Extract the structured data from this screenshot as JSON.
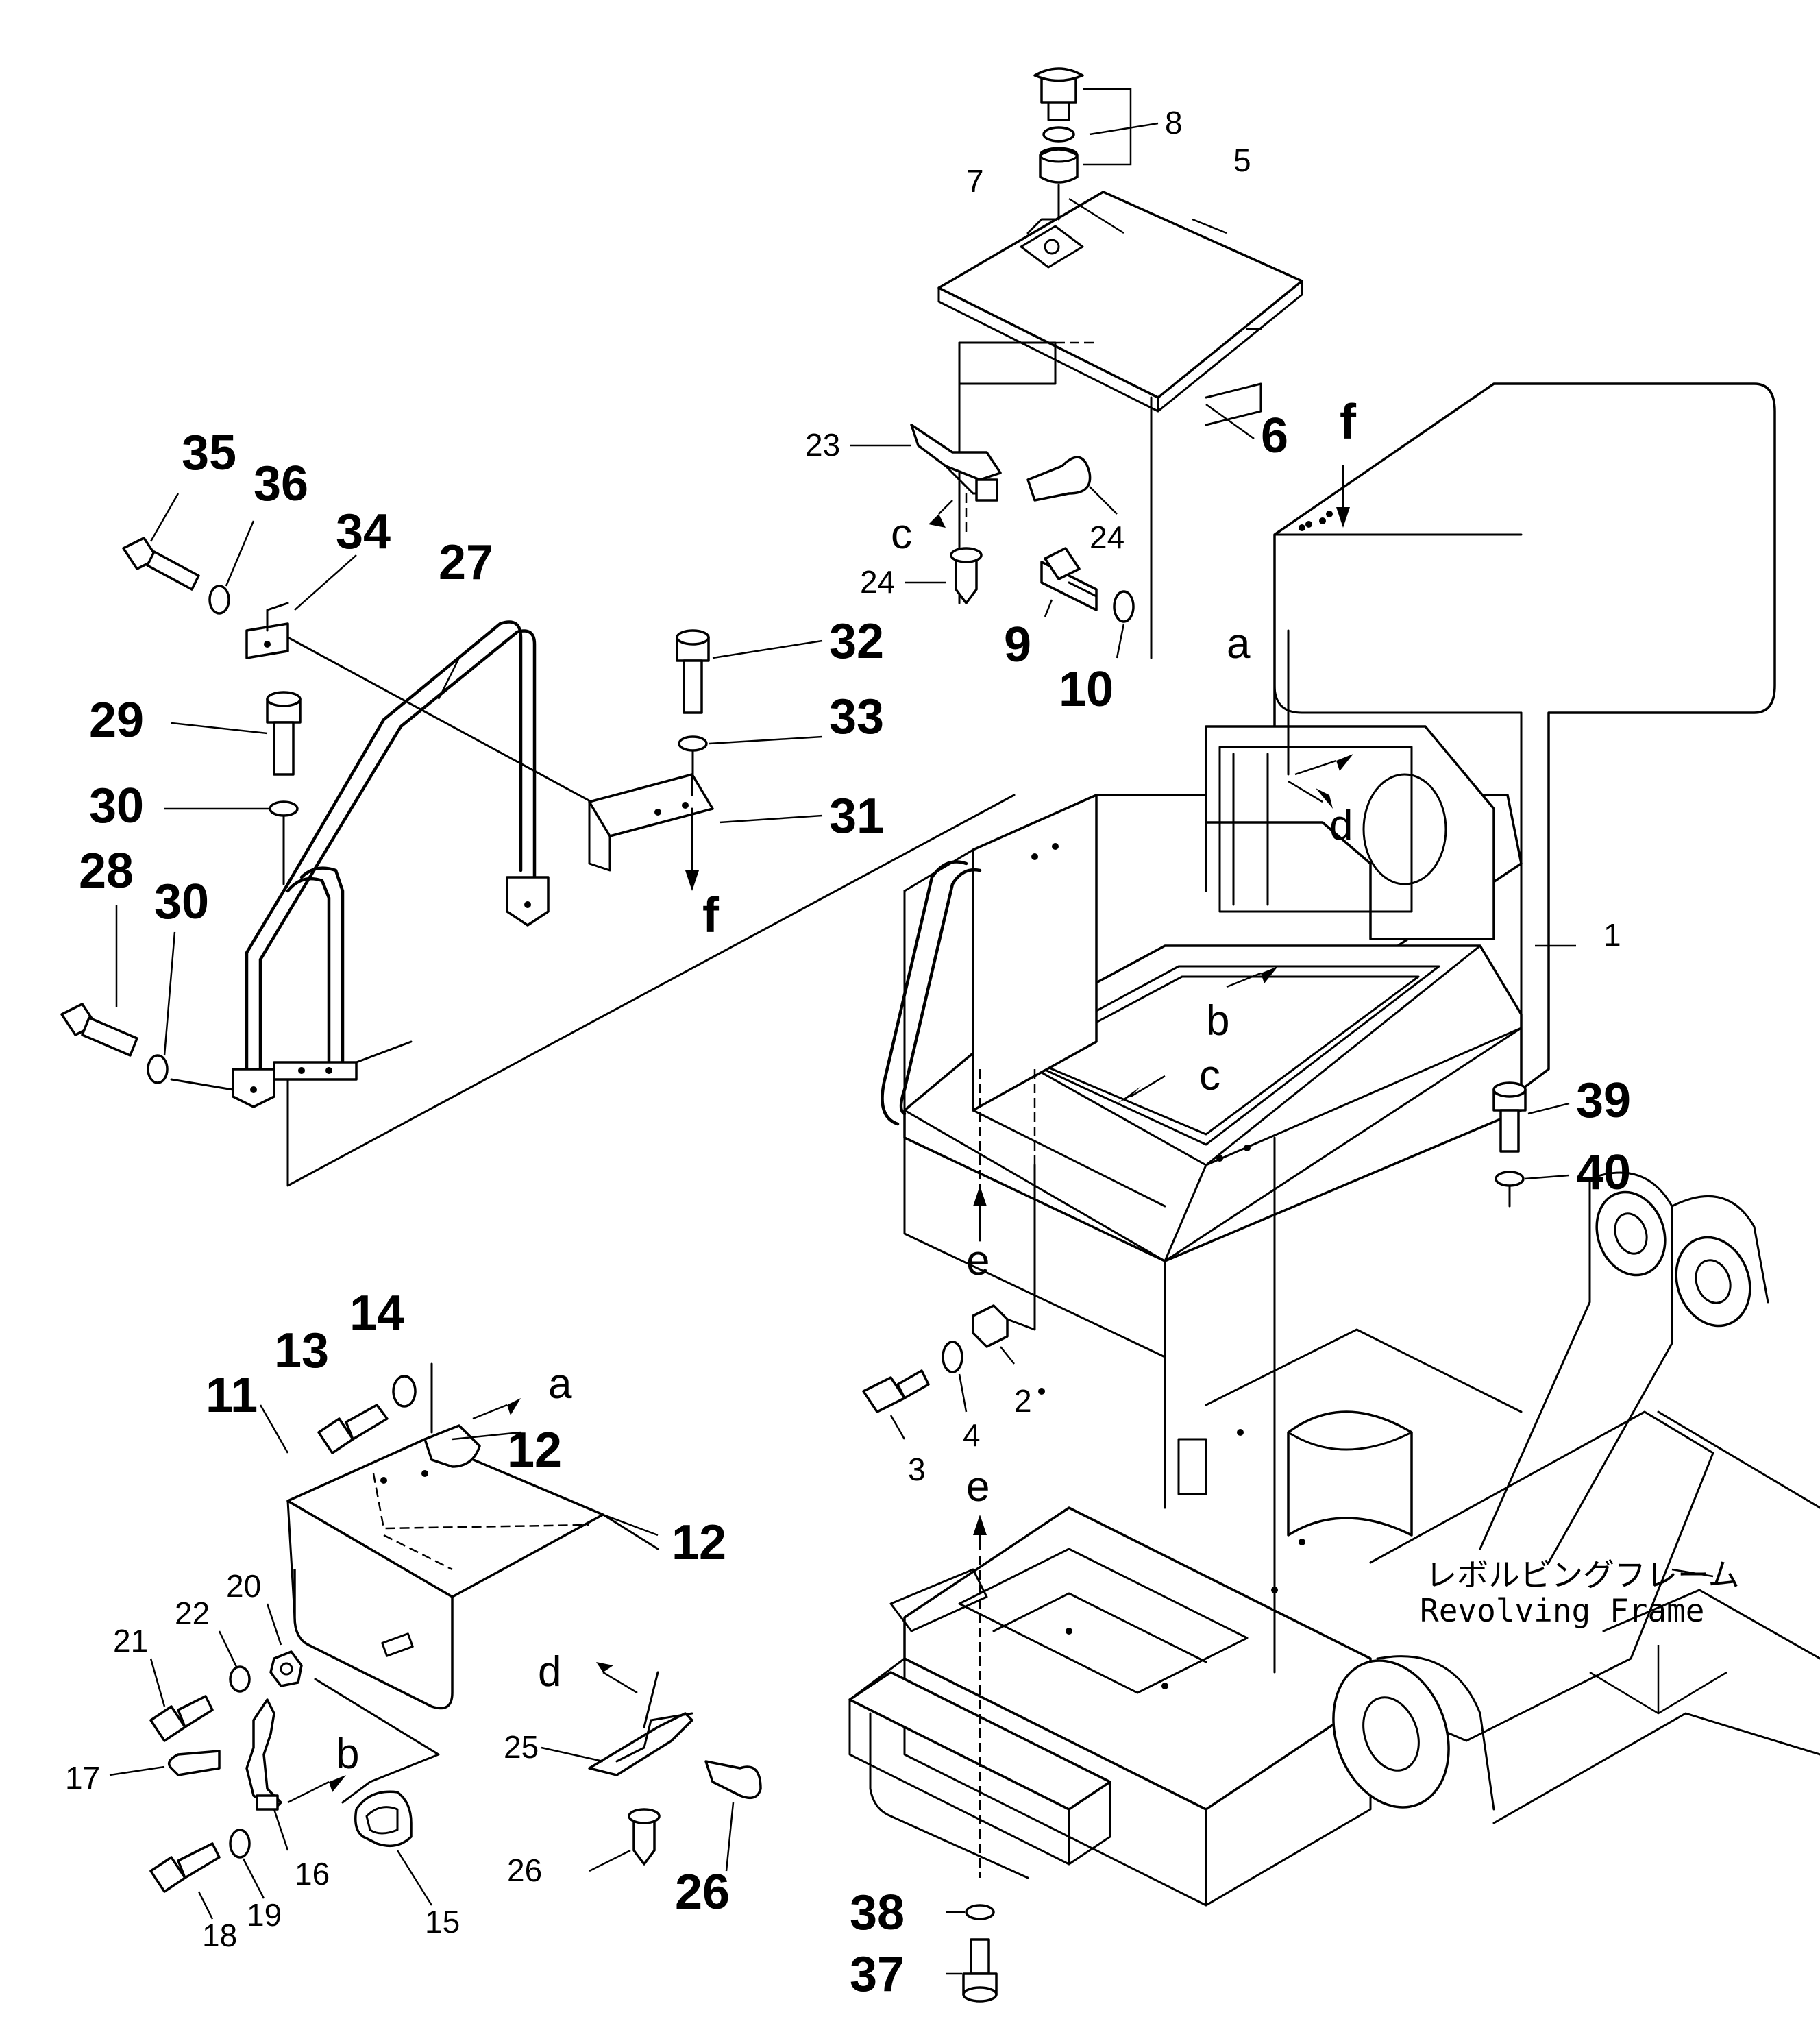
{
  "labels": {
    "p1": "1",
    "p2": "2",
    "p3": "3",
    "p4": "4",
    "p5": "5",
    "p6": "6",
    "p7": "7",
    "p8": "8",
    "p9": "9",
    "p10": "10",
    "p11": "11",
    "p12a": "12",
    "p12b": "12",
    "p13": "13",
    "p14": "14",
    "p15": "15",
    "p16": "16",
    "p17": "17",
    "p18": "18",
    "p19": "19",
    "p20": "20",
    "p21": "21",
    "p22": "22",
    "p23": "23",
    "p24a": "24",
    "p24b": "24",
    "p25": "25",
    "p26a": "26",
    "p26b": "26",
    "p27": "27",
    "p28": "28",
    "p29": "29",
    "p30a": "30",
    "p30b": "30",
    "p31": "31",
    "p32": "32",
    "p33": "33",
    "p34": "34",
    "p35": "35",
    "p36": "36",
    "p37": "37",
    "p38": "38",
    "p39": "39",
    "p40": "40"
  },
  "refs": {
    "a1": "a",
    "a2": "a",
    "b1": "b",
    "b2": "b",
    "c1": "c",
    "c2": "c",
    "d1": "d",
    "d2": "d",
    "e1": "e",
    "e2": "e",
    "f1": "f",
    "f2": "f"
  },
  "frame_label": {
    "jp": "レボルビングフレーム",
    "en": "Revolving Frame"
  }
}
